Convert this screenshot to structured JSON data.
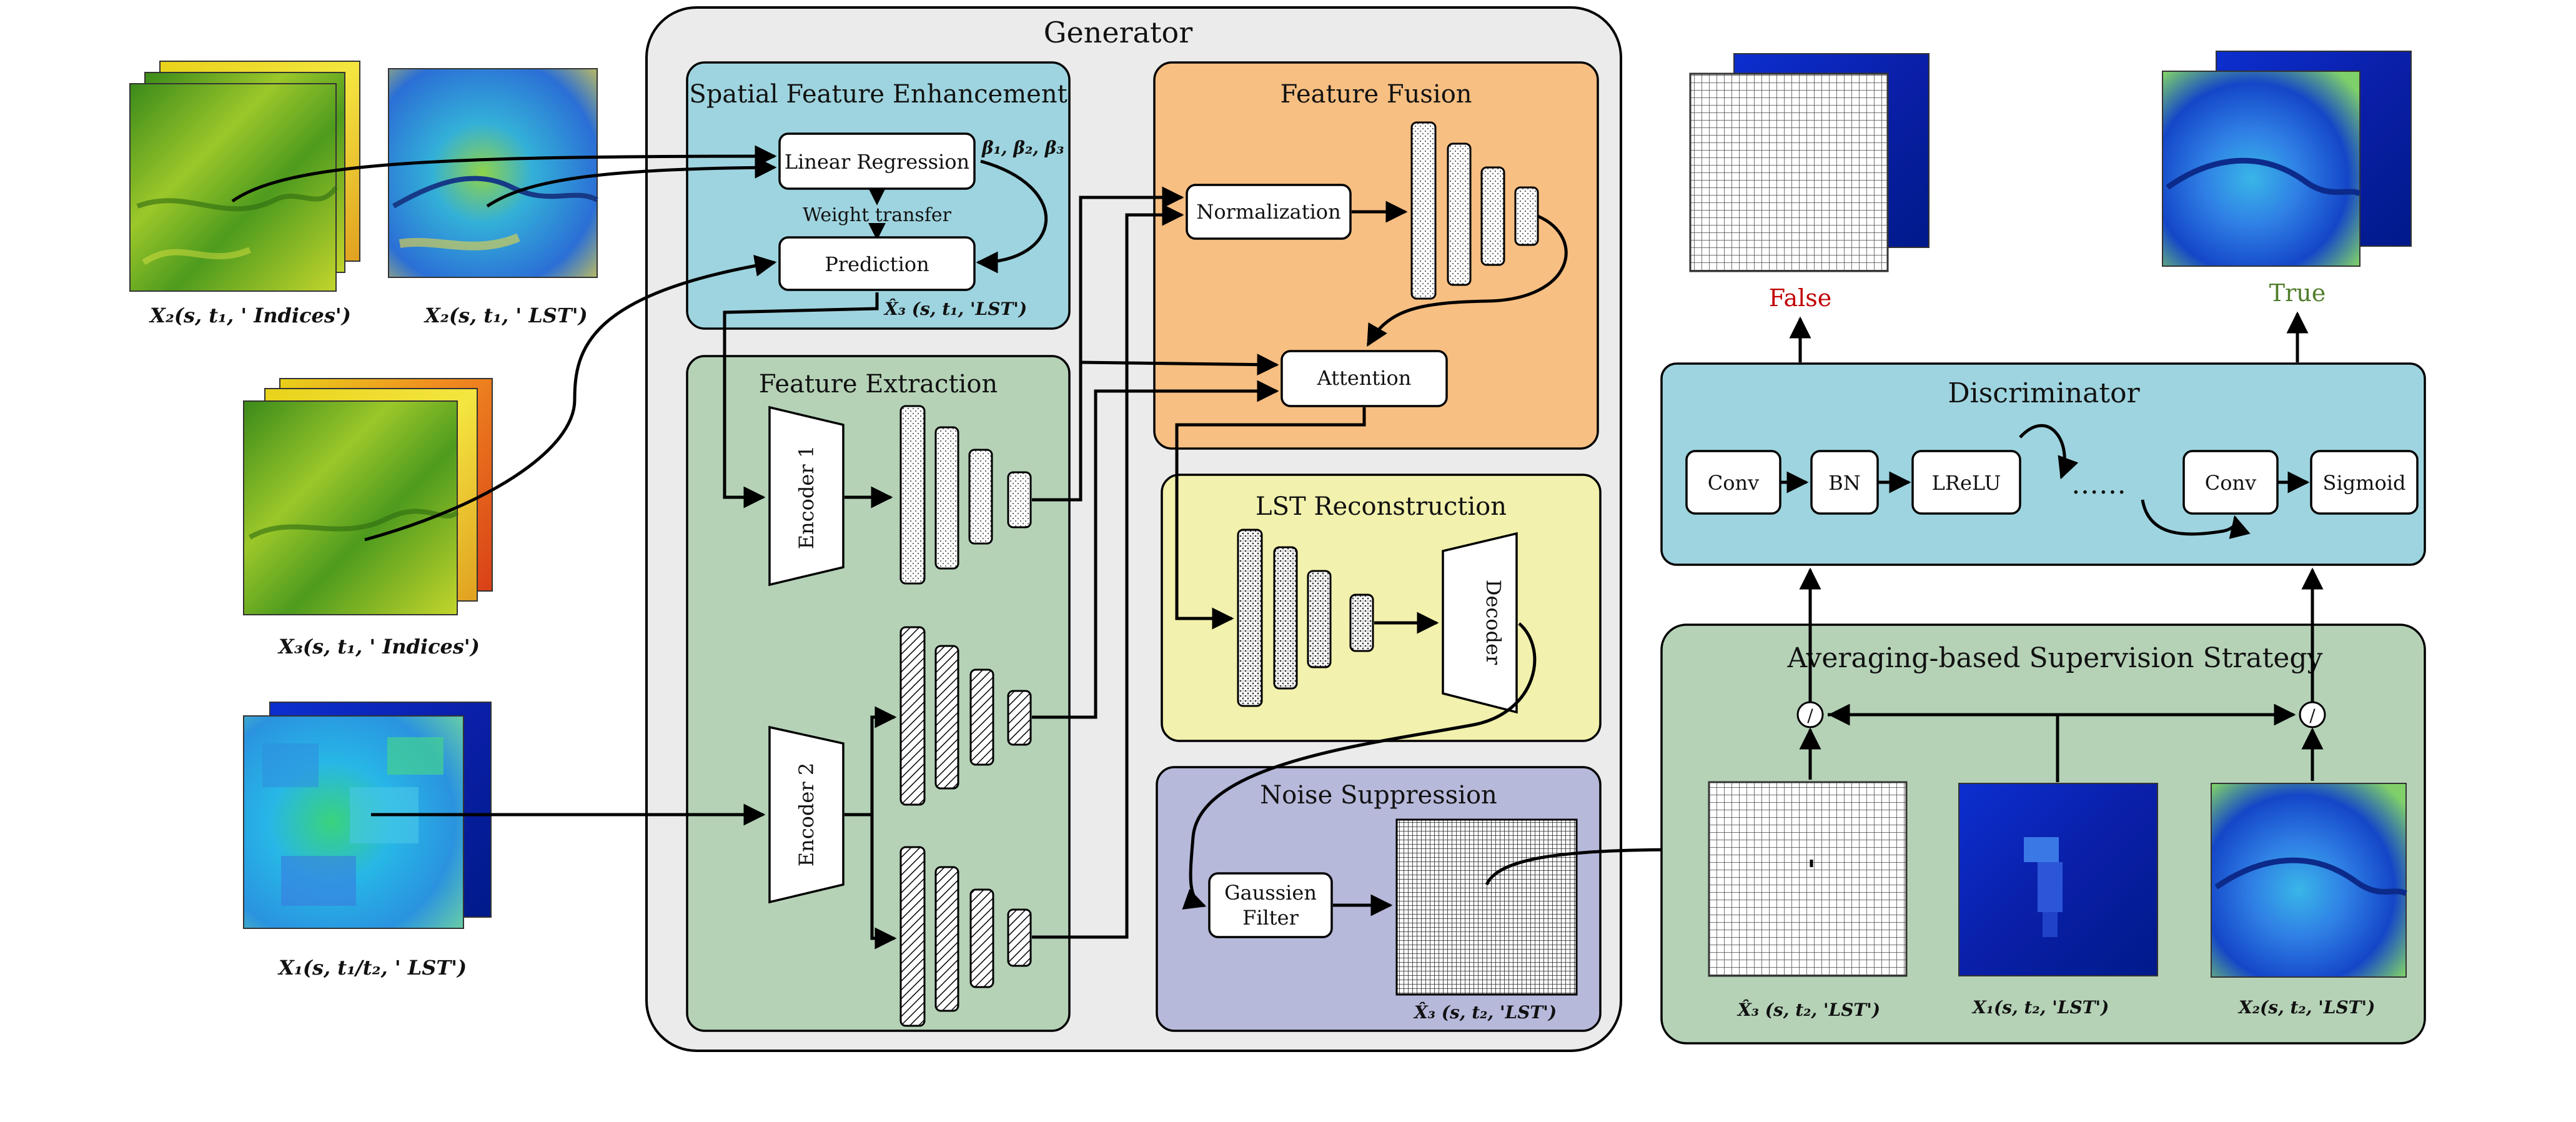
{
  "colors": {
    "generator_bg": "#ebebeb",
    "spatial_bg": "#9ed4df",
    "fusion_bg": "#f7bf82",
    "extraction_bg": "#b5d2b7",
    "reconstruction_bg": "#f2f1ad",
    "noise_bg": "#b7b9db",
    "discriminator_bg": "#9ed4df",
    "averaging_bg": "#b5d2b7",
    "false_color": "#c00000",
    "true_color": "#507d2a"
  },
  "generator": {
    "title": "Generator",
    "spatial": {
      "title": "Spatial Feature Enhancement",
      "linear_regression": "Linear Regression",
      "betas": "β₁, β₂, β₃",
      "weight_transfer": "Weight transfer",
      "prediction": "Prediction",
      "output_label": "X̂₃ (s, t₁, 'LST')"
    },
    "fusion": {
      "title": "Feature Fusion",
      "normalization": "Normalization",
      "attention": "Attention"
    },
    "extraction": {
      "title": "Feature Extraction",
      "encoder1": "Encoder 1",
      "encoder2": "Encoder 2"
    },
    "reconstruction": {
      "title": "LST Reconstruction",
      "decoder": "Decoder"
    },
    "noise": {
      "title": "Noise Suppression",
      "filter_line1": "Gaussien",
      "filter_line2": "Filter",
      "output_label": "X̂₃ (s, t₂, 'LST')"
    }
  },
  "inputs": {
    "x2_indices": "X₂(s, t₁, ' Indices')",
    "x2_lst": "X₂(s, t₁, ' LST')",
    "x3_indices": "X₃(s, t₁, ' Indices')",
    "x1_lst": "X₁(s, t₁/t₂, ' LST')"
  },
  "discriminator": {
    "title": "Discriminator",
    "layers": [
      "Conv",
      "BN",
      "LReLU",
      "Conv",
      "Sigmoid"
    ],
    "ellipsis": "……",
    "false_label": "False",
    "true_label": "True"
  },
  "averaging": {
    "title": "Averaging-based Supervision Strategy",
    "op_left": "/",
    "op_right": "/",
    "label_fake": "X̂₃ (s, t₂, 'LST')",
    "label_x1": "X₁(s, t₂, 'LST')",
    "label_x2": "X₂(s, t₂, 'LST')"
  }
}
